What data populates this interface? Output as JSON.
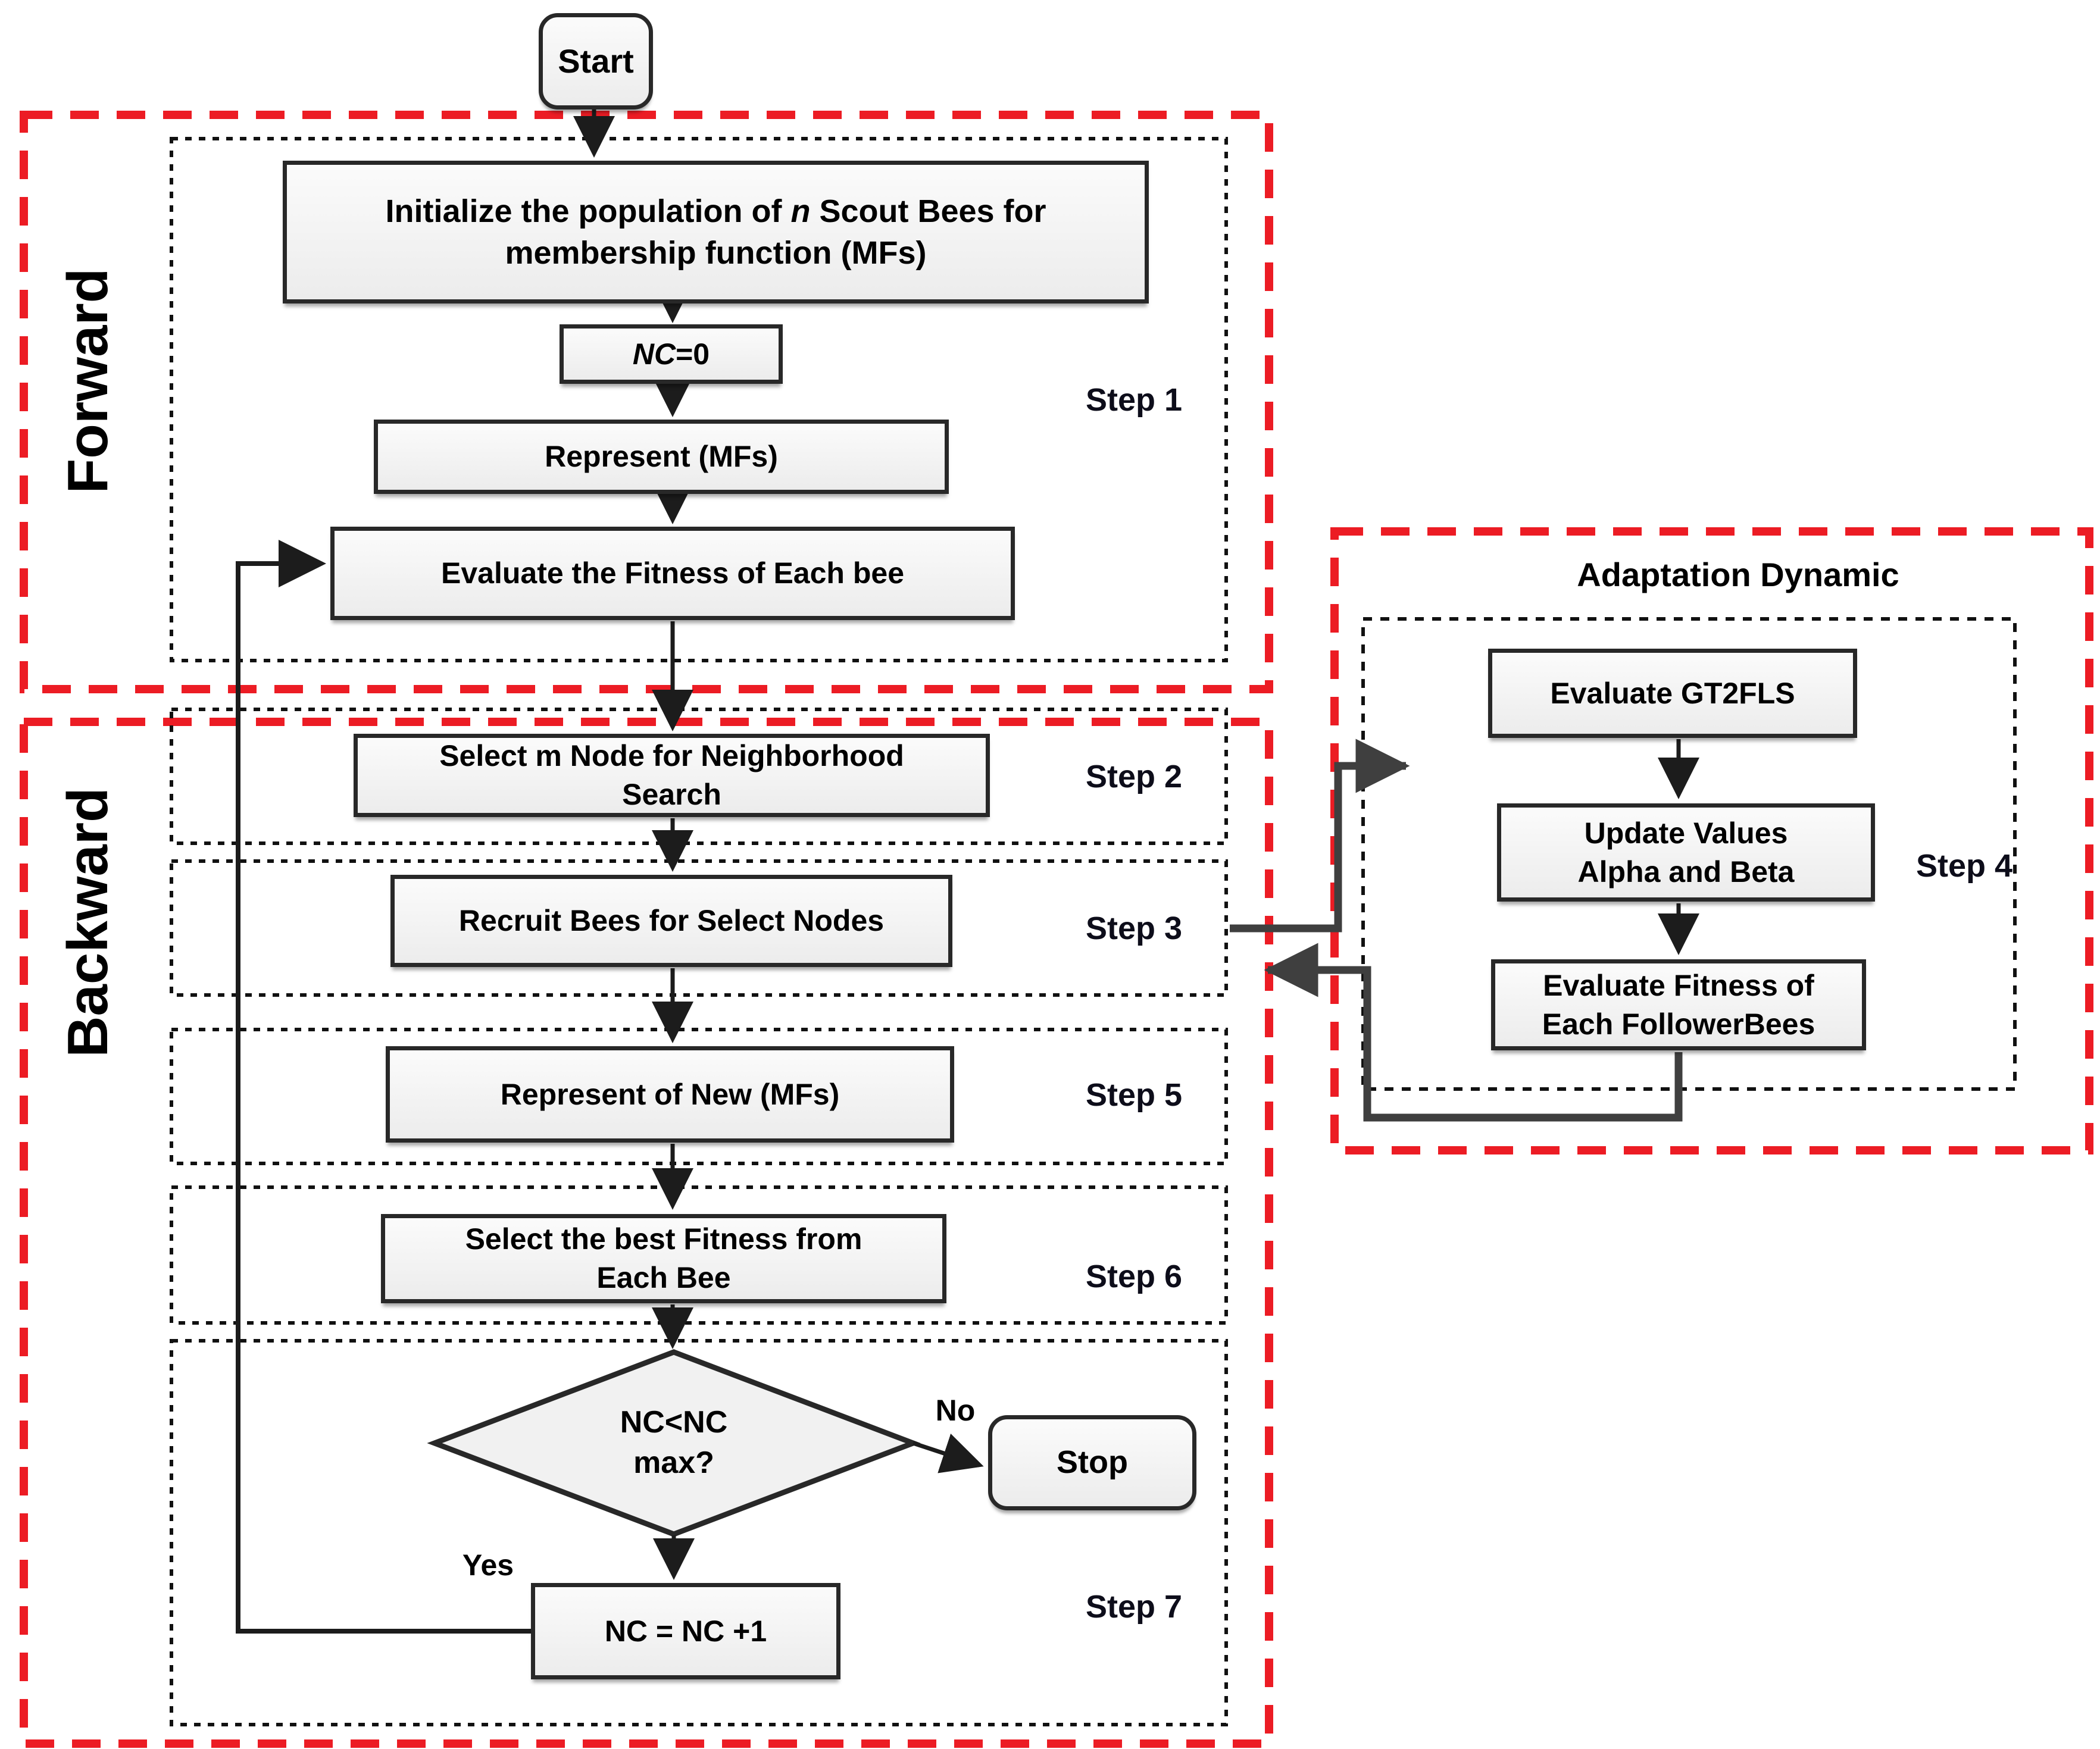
{
  "diagram": {
    "lanes": {
      "forward": "Forward",
      "backward": "Backward"
    },
    "title_adaptation": "Adaptation Dynamic",
    "steps": {
      "s1": "Step 1",
      "s2": "Step 2",
      "s3": "Step 3",
      "s4": "Step 4",
      "s5": "Step 5",
      "s6": "Step 6",
      "s7": "Step 7"
    },
    "branch": {
      "yes": "Yes",
      "no": "No"
    },
    "nodes": {
      "start": "Start",
      "initialize": {
        "pre": "Initialize the population of ",
        "em": "n",
        "post": "  Scout Bees for",
        "line2": "membership function  (MFs)"
      },
      "nc_zero": {
        "em": "NC",
        "rest": "=0"
      },
      "represent": "Represent (MFs)",
      "evaluate": "Evaluate the Fitness of Each bee",
      "select_m": {
        "pre": "Select ",
        "em": "m",
        "post": " Node for Neighborhood",
        "line2": "Search"
      },
      "recruit": "Recruit Bees for Select Nodes",
      "represent_new": "Represent of New (MFs)",
      "select_best": {
        "line1": "Select the best Fitness from",
        "line2": "Each Bee"
      },
      "decision": {
        "line1": "NC<NC",
        "line2": "max?"
      },
      "stop": "Stop",
      "nc_inc": "NC = NC +1",
      "evaluate_gt2fls": "Evaluate GT2FLS",
      "update_values": {
        "line1": "Update Values",
        "line2": "Alpha and Beta"
      },
      "evaluate_follower": {
        "line1": "Evaluate  Fitness of",
        "line2": "Each FollowerBees"
      }
    },
    "colors": {
      "accent_red": "#EC1C24",
      "box_fill": "#F2F2F2",
      "box_border": "#282828",
      "connector_black": "#1C1C1C",
      "connector_gray": "#3F3F3F"
    }
  }
}
